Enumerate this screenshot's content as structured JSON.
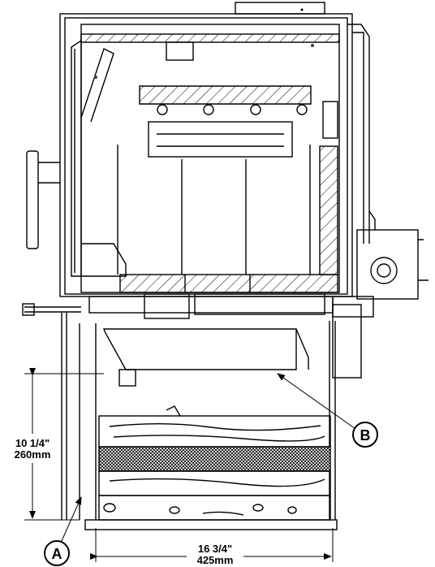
{
  "dimensions": {
    "height_imperial": "10 1/4\"",
    "height_metric": "260mm",
    "width_imperial": "16 3/4\"",
    "width_metric": "425mm"
  },
  "callouts": {
    "a": "A",
    "b": "B"
  },
  "colors": {
    "line": "#000000",
    "background": "#ffffff",
    "accent_dot": "#5a2a6a"
  }
}
